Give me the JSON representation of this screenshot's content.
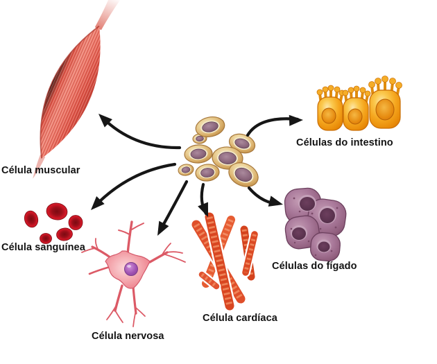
{
  "labels": {
    "muscle": "Célula muscular",
    "intestine": "Células do intestino",
    "blood": "Célula sanguínea",
    "nerve": "Célula nervosa",
    "cardiac": "Célula cardíaca",
    "liver": "Células do fígado"
  },
  "colors": {
    "background": "#ffffff",
    "label_text": "#121212",
    "arrow": "#161616",
    "muscle_red": "#da4f42",
    "stem_body_tan": "#dbb272",
    "stem_nucleus_mauve": "#8d687e",
    "intestine_orange": "#f5a61e",
    "blood_red": "#c01422",
    "nerve_pink": "#f0a0a8",
    "nerve_nucleus_purple": "#a052b2",
    "cardiac_orange_red": "#df4f2a",
    "liver_mauve": "#9a6585"
  }
}
